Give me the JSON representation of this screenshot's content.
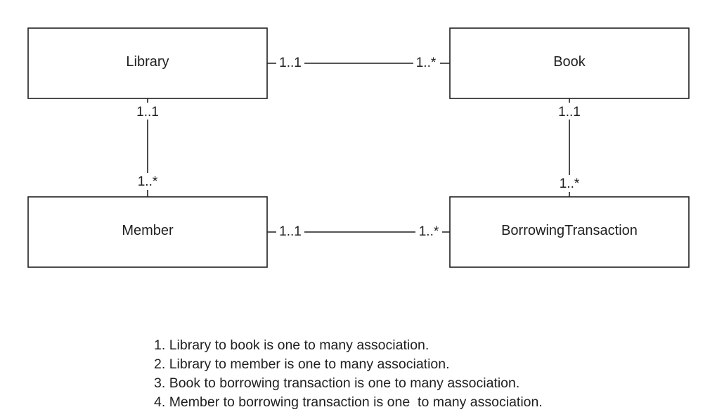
{
  "diagram": {
    "entities": [
      {
        "id": "library",
        "label": "Library"
      },
      {
        "id": "book",
        "label": "Book"
      },
      {
        "id": "member",
        "label": "Member"
      },
      {
        "id": "borrowing",
        "label": "BorrowingTransaction"
      }
    ],
    "associations": [
      {
        "from": "library",
        "to": "book",
        "from_mult": "1..1",
        "to_mult": "1..*"
      },
      {
        "from": "library",
        "to": "member",
        "from_mult": "1..1",
        "to_mult": "1..*"
      },
      {
        "from": "book",
        "to": "borrowing",
        "from_mult": "1..1",
        "to_mult": "1..*"
      },
      {
        "from": "member",
        "to": "borrowing",
        "from_mult": "1..1",
        "to_mult": "1..*"
      }
    ]
  },
  "notes": [
    {
      "number": "1.",
      "text": "Library to book is one to many association."
    },
    {
      "number": "2.",
      "text": "Library to member is one to many association."
    },
    {
      "number": "3.",
      "text": "Book to borrowing transaction is one to many association."
    },
    {
      "number": "4.",
      "text": "Member to borrowing transaction is one  to many association."
    }
  ]
}
